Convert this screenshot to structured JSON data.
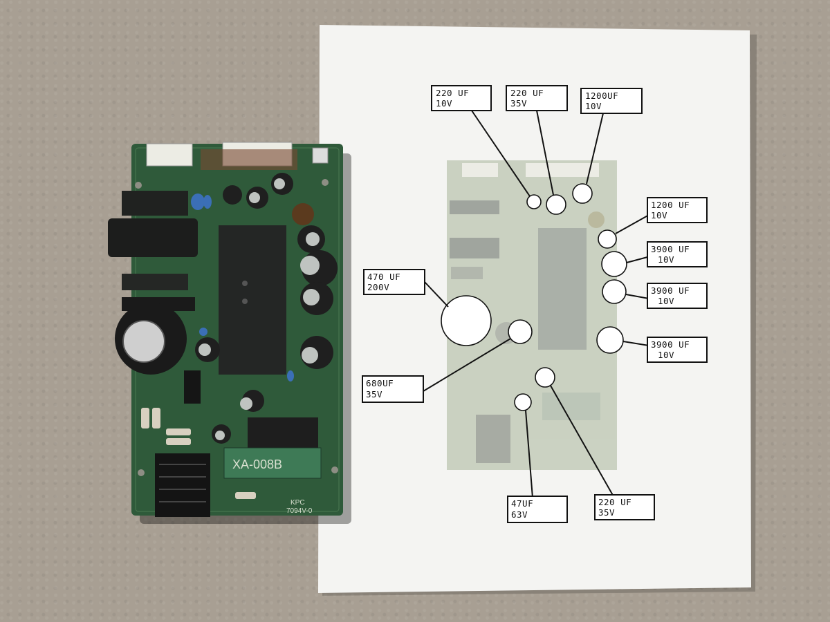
{
  "board": {
    "model_label": "XA-008B",
    "maker_label": "KPC",
    "rating_label": "7094V-0"
  },
  "callouts": [
    {
      "line1": "220 UF",
      "line2": "10V"
    },
    {
      "line1": "220 UF",
      "line2": "35V"
    },
    {
      "line1": "1200UF",
      "line2": "10V"
    },
    {
      "line1": "1200 UF",
      "line2": "10V"
    },
    {
      "line1": "3900 UF",
      "line2": "10V"
    },
    {
      "line1": "3900 UF",
      "line2": "10V"
    },
    {
      "line1": "3900 UF",
      "line2": "10V"
    },
    {
      "line1": "470 UF",
      "line2": "200V"
    },
    {
      "line1": "680UF",
      "line2": "35V"
    },
    {
      "line1": "47UF",
      "line2": "63V"
    },
    {
      "line1": "220 UF",
      "line2": "35V"
    }
  ],
  "colors": {
    "pcb_green": "#2f5a3a",
    "paper": "#f4f4f2",
    "floor": "#a89f93"
  }
}
